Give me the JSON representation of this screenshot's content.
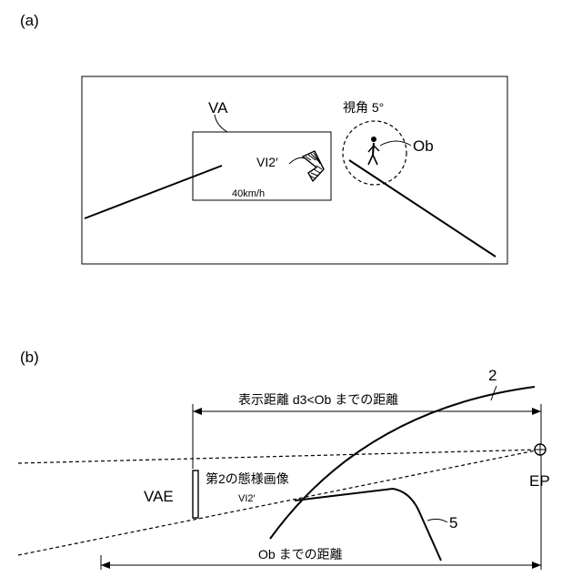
{
  "panel_a": {
    "label": "(a)",
    "va_label": "VA",
    "vi2_label": "VI2′",
    "speed_text": "40km/h",
    "view_angle_label": "視角 5°",
    "ob_label": "Ob"
  },
  "panel_b": {
    "label": "(b)",
    "distance_label_top": "表示距離 d3<Ob までの距離",
    "distance_label_bottom": "Ob までの距離",
    "mode_label": "第2の態様画像",
    "vi2_label": "VI2′",
    "vae_label": "VAE",
    "ep_label": "EP",
    "ref_2": "2",
    "ref_5": "5"
  }
}
